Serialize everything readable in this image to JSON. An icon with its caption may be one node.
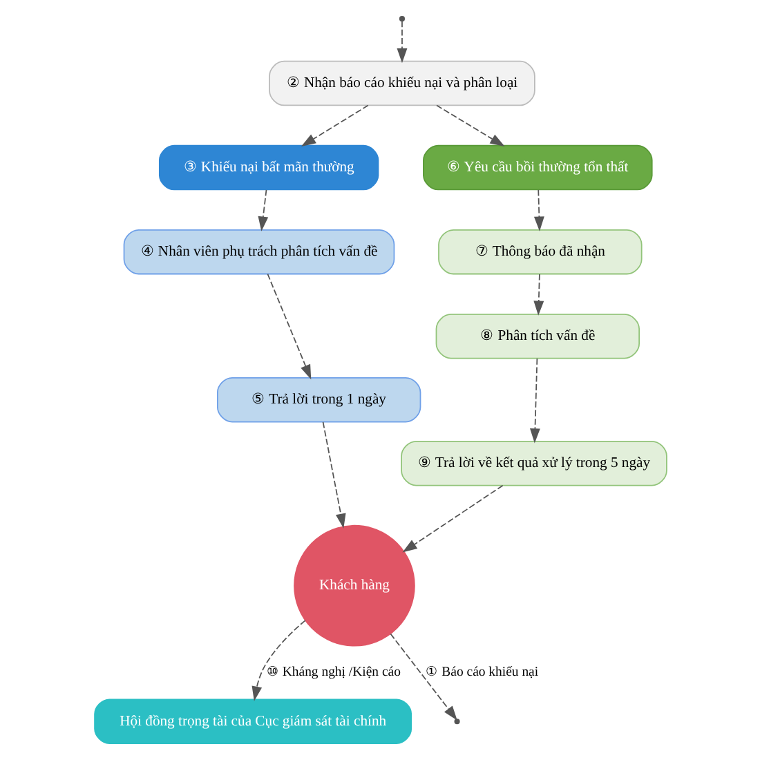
{
  "diagram": {
    "nodes": [
      {
        "text": [
          "Khách hàng"
        ]
      },
      {
        "text": [
          "② Nhận báo cáo khiếu nại và phân loại"
        ]
      },
      {
        "text": [
          "③ Khiếu nại bất mãn thường"
        ]
      },
      {
        "text": [
          "④ Nhân viên phụ trách phân tích vấn đề"
        ]
      },
      {
        "text": [
          "⑤ Trả lời trong 1 ngày"
        ]
      },
      {
        "text": [
          "⑥ Yêu cầu bồi thường tổn thất"
        ]
      },
      {
        "text": [
          "⑦ Thông báo đã nhận"
        ]
      },
      {
        "text": [
          "⑧ Phân tích vấn đề"
        ]
      },
      {
        "text": [
          "⑨ Trả lời về kết quả xử lý trong 5 ngày"
        ]
      },
      {
        "text": [
          "Hội đồng trọng tài của Cục giám sát tài chính"
        ]
      }
    ],
    "edges": [
      {
        "from": 0,
        "to": null,
        "arrow": "to",
        "label": "① Báo cáo khiếu nại",
        "style": "dashed"
      },
      {
        "from": null,
        "to": 1,
        "arrow": "to",
        "style": "dashed"
      },
      {
        "from": 1,
        "to": 2,
        "arrow": "to",
        "style": "dashed"
      },
      {
        "from": 1,
        "to": 5,
        "arrow": "to",
        "style": "dashed"
      },
      {
        "from": 2,
        "to": 3,
        "arrow": "to",
        "style": "dashed"
      },
      {
        "from": 3,
        "to": 4,
        "arrow": "to",
        "style": "dashed"
      },
      {
        "from": 5,
        "to": 6,
        "arrow": "to",
        "style": "dashed"
      },
      {
        "from": 6,
        "to": 7,
        "arrow": "to",
        "style": "dashed"
      },
      {
        "from": 7,
        "to": 8,
        "arrow": "to",
        "style": "dashed"
      },
      {
        "from": 4,
        "to": 0,
        "arrow": "to",
        "style": "dashed"
      },
      {
        "from": 8,
        "to": 0,
        "arrow": "to",
        "style": "dashed"
      },
      {
        "from": 0,
        "to": 9,
        "arrow": "to",
        "label": "⑩ Kháng nghị /Kiện cáo",
        "style": "dashed"
      }
    ]
  }
}
